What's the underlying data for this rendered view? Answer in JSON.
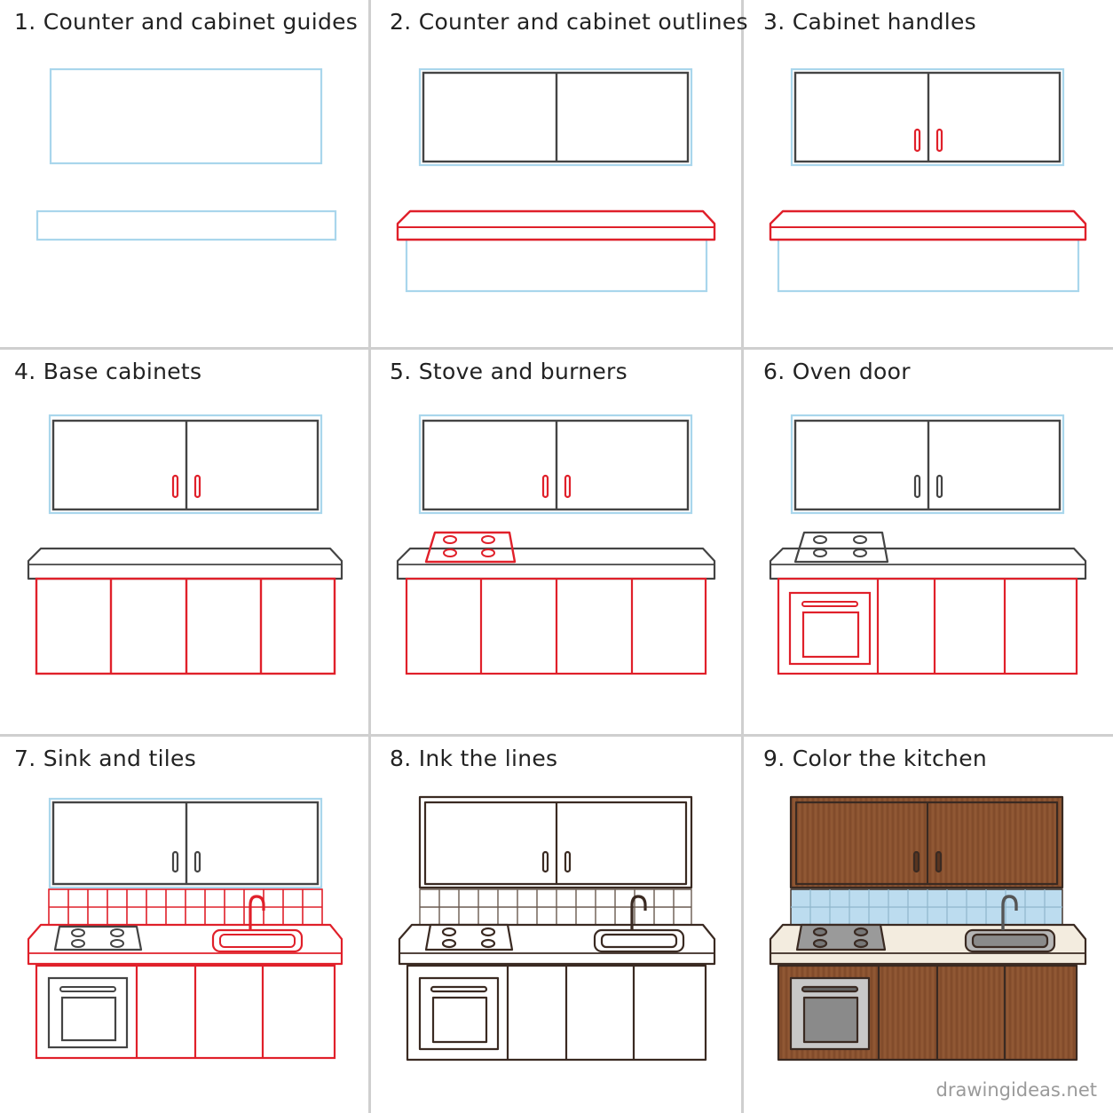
{
  "steps": [
    {
      "title": "1. Counter and cabinet guides"
    },
    {
      "title": "2. Counter and cabinet outlines"
    },
    {
      "title": "3. Cabinet handles"
    },
    {
      "title": "4. Base cabinets"
    },
    {
      "title": "5. Stove and burners"
    },
    {
      "title": "6. Oven door"
    },
    {
      "title": "7. Sink and tiles"
    },
    {
      "title": "8. Ink the lines"
    },
    {
      "title": "9. Color the kitchen"
    }
  ],
  "watermark": "drawingideas.net",
  "colors": {
    "guide": "#a9d6ec",
    "new_stroke": "#e0202a",
    "ink": "#3a2a22",
    "pencil": "#444444",
    "wood": "#8a5230",
    "wood_light": "#a0643a",
    "counter_fill": "#f3ecdf",
    "tile_fill": "#bcdcef",
    "metal": "#9a9a9a",
    "divider": "#cfcfcf"
  }
}
